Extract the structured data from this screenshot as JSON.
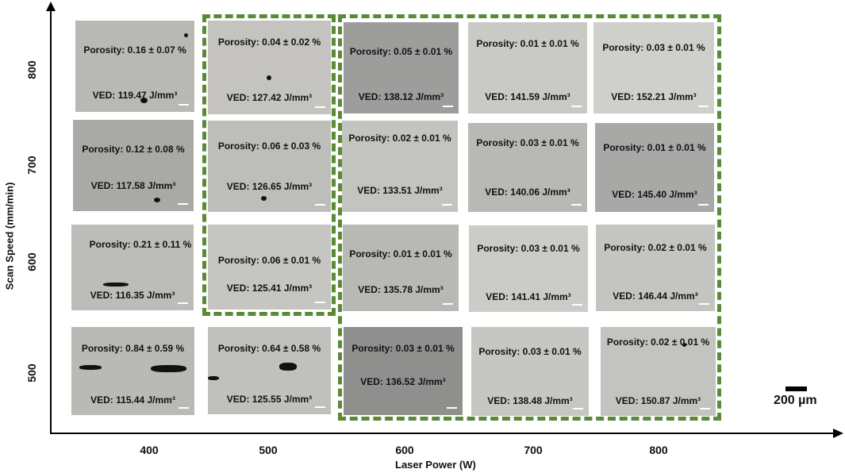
{
  "axes": {
    "x_title": "Laser Power (W)",
    "y_title": "Scan Speed (mm/min)",
    "x_ticks": [
      "400",
      "500",
      "600",
      "700",
      "800"
    ],
    "y_ticks": [
      "800",
      "700",
      "600",
      "500"
    ]
  },
  "panels": [
    {
      "power": "400",
      "speed": "800",
      "porosity": "Porosity: 0.16 ± 0.07 %",
      "ved": "VED: 119.47 J/mm³",
      "tone": "#b8b8b4"
    },
    {
      "power": "500",
      "speed": "800",
      "porosity": "Porosity: 0.04 ± 0.02 %",
      "ved": "VED: 127.42 J/mm³",
      "tone": "#c4c3bf"
    },
    {
      "power": "600",
      "speed": "800",
      "porosity": "Porosity: 0.05 ± 0.01 %",
      "ved": "VED: 138.12 J/mm³",
      "tone": "#9d9d9b"
    },
    {
      "power": "700",
      "speed": "800",
      "porosity": "Porosity: 0.01 ± 0.01 %",
      "ved": "VED: 141.59 J/mm³",
      "tone": "#c9c9c6"
    },
    {
      "power": "800",
      "speed": "800",
      "porosity": "Porosity: 0.03 ± 0.01 %",
      "ved": "VED: 152.21 J/mm³",
      "tone": "#cfcfcc"
    },
    {
      "power": "400",
      "speed": "700",
      "porosity": "Porosity: 0.12 ± 0.08 %",
      "ved": "VED: 117.58 J/mm³",
      "tone": "#a9a9a6"
    },
    {
      "power": "500",
      "speed": "700",
      "porosity": "Porosity: 0.06 ± 0.03 %",
      "ved": "VED: 126.65 J/mm³",
      "tone": "#bdbdb9"
    },
    {
      "power": "600",
      "speed": "700",
      "porosity": "Porosity: 0.02 ± 0.01 %",
      "ved": "VED: 133.51 J/mm³",
      "tone": "#c3c3c0"
    },
    {
      "power": "700",
      "speed": "700",
      "porosity": "Porosity: 0.03 ± 0.01 %",
      "ved": "VED: 140.06 J/mm³",
      "tone": "#b8b8b5"
    },
    {
      "power": "800",
      "speed": "700",
      "porosity": "Porosity: 0.01 ± 0.01 %",
      "ved": "VED: 145.40 J/mm³",
      "tone": "#a8a8a6"
    },
    {
      "power": "400",
      "speed": "600",
      "porosity": "Porosity: 0.21 ± 0.11 %",
      "ved": "VED: 116.35 J/mm³",
      "tone": "#bcbcb9"
    },
    {
      "power": "500",
      "speed": "600",
      "porosity": "Porosity: 0.06 ± 0.01 %",
      "ved": "VED: 125.41 J/mm³",
      "tone": "#c5c5c2"
    },
    {
      "power": "600",
      "speed": "600",
      "porosity": "Porosity: 0.01 ± 0.01 %",
      "ved": "VED: 135.78 J/mm³",
      "tone": "#b8b8b5"
    },
    {
      "power": "700",
      "speed": "600",
      "porosity": "Porosity: 0.03 ± 0.01 %",
      "ved": "VED: 141.41 J/mm³",
      "tone": "#cbcbc8"
    },
    {
      "power": "800",
      "speed": "600",
      "porosity": "Porosity: 0.02 ± 0.01 %",
      "ved": "VED: 146.44 J/mm³",
      "tone": "#c4c4c1"
    },
    {
      "power": "400",
      "speed": "500",
      "porosity": "Porosity: 0.84 ± 0.59 %",
      "ved": "VED: 115.44 J/mm³",
      "tone": "#b9b9b6"
    },
    {
      "power": "500",
      "speed": "500",
      "porosity": "Porosity: 0.64 ± 0.58 %",
      "ved": "VED: 125.55 J/mm³",
      "tone": "#c0c0bd"
    },
    {
      "power": "600",
      "speed": "500",
      "porosity": "Porosity: 0.03 ± 0.01 %",
      "ved": "VED: 136.52 J/mm³",
      "tone": "#8f8f8d"
    },
    {
      "power": "700",
      "speed": "500",
      "porosity": "Porosity: 0.03 ± 0.01 %",
      "ved": "VED: 138.48 J/mm³",
      "tone": "#c6c6c3"
    },
    {
      "power": "800",
      "speed": "500",
      "porosity": "Porosity: 0.02 ± 0.01 %",
      "ved": "VED: 150.87 J/mm³",
      "tone": "#c3c3c0"
    }
  ],
  "highlight_color": "#5a8a35",
  "scale_bar": {
    "label": "200 µm"
  }
}
